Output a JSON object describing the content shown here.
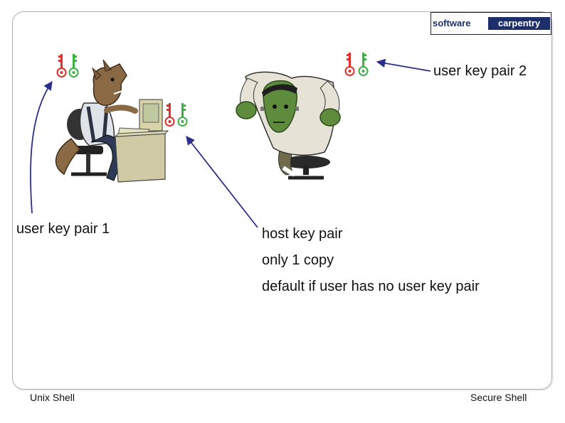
{
  "slide": {
    "labels": {
      "user_key_pair_2": "user key pair 2",
      "user_key_pair_1": "user key pair 1",
      "host_key_pair": "host key pair",
      "only_copy": "only 1 copy",
      "default_note": "default if user has no user key pair"
    },
    "footer": {
      "left": "Unix Shell",
      "right": "Secure Shell"
    },
    "logo": {
      "word1": "software",
      "word2": "carpentry"
    }
  },
  "colors": {
    "arrow": "#2a2f8a",
    "key_red": "#e0302c",
    "key_green": "#3cb043",
    "wolf": "#7a5a3a",
    "monster": "#5e8b3c"
  }
}
